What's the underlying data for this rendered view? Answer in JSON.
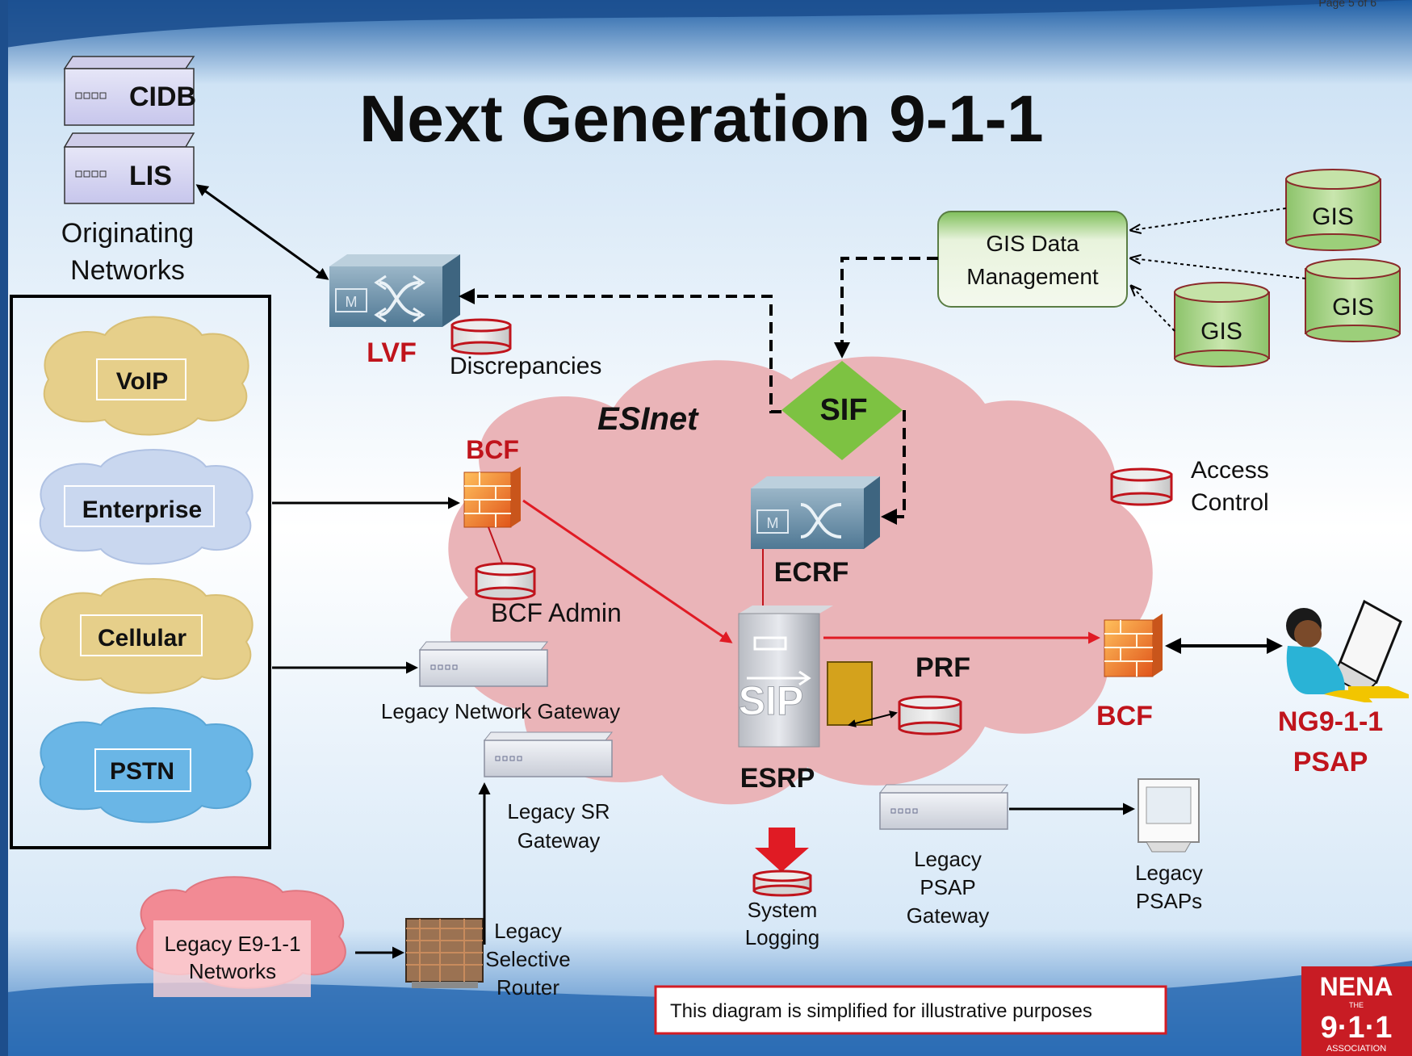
{
  "title": "Next Generation 9-1-1",
  "page_marker": "Page 5 of 6",
  "originating": {
    "cidb": "CIDB",
    "lis": "LIS",
    "label_line1": "Originating",
    "label_line2": "Networks"
  },
  "networks": {
    "voip": "VoIP",
    "enterprise": "Enterprise",
    "cellular": "Cellular",
    "pstn": "PSTN"
  },
  "lvf": {
    "label": "LVF",
    "discrepancies": "Discrepancies"
  },
  "gis": {
    "mgmt_line1": "GIS Data",
    "mgmt_line2": "Management",
    "db1": "GIS",
    "db2": "GIS",
    "db3": "GIS"
  },
  "sif": "SIF",
  "esinet": "ESInet",
  "bcf_left": {
    "label": "BCF",
    "admin": "BCF Admin"
  },
  "ecrf": "ECRF",
  "esrp": "ESRP",
  "prf": "PRF",
  "access_control": {
    "line1": "Access",
    "line2": "Control"
  },
  "bcf_right": "BCF",
  "psap": {
    "line1": "NG9-1-1",
    "line2": "PSAP"
  },
  "legacy_network_gateway": "Legacy Network Gateway",
  "legacy_sr_gateway": {
    "line1": "Legacy SR",
    "line2": "Gateway"
  },
  "legacy_selective_router": {
    "line1": "Legacy",
    "line2": "Selective",
    "line3": "Router"
  },
  "legacy_e911": {
    "line1": "Legacy E9-1-1",
    "line2": "Networks"
  },
  "system_logging": {
    "line1": "System",
    "line2": "Logging"
  },
  "legacy_psap_gateway": {
    "line1": "Legacy",
    "line2": "PSAP",
    "line3": "Gateway"
  },
  "legacy_psaps": {
    "line1": "Legacy",
    "line2": "PSAPs"
  },
  "disclaimer": "This diagram is simplified for illustrative purposes",
  "logo": {
    "top": "NENA",
    "middle": "9·1·1",
    "bottom": "ASSOCIATION",
    "small": "THE"
  },
  "colors": {
    "accent_red": "#c0141c",
    "esinet_pink": "#eab4b8",
    "gis_green": "#9ccf7a",
    "sif_green": "#7dc242",
    "pstn_blue": "#6ab6e6",
    "cloud_tan": "#e6cf8a"
  },
  "icons": [
    "server-icon",
    "router-switch-icon",
    "database-icon",
    "firewall-icon",
    "sip-server-icon",
    "terminal-icon",
    "operator-icon"
  ]
}
